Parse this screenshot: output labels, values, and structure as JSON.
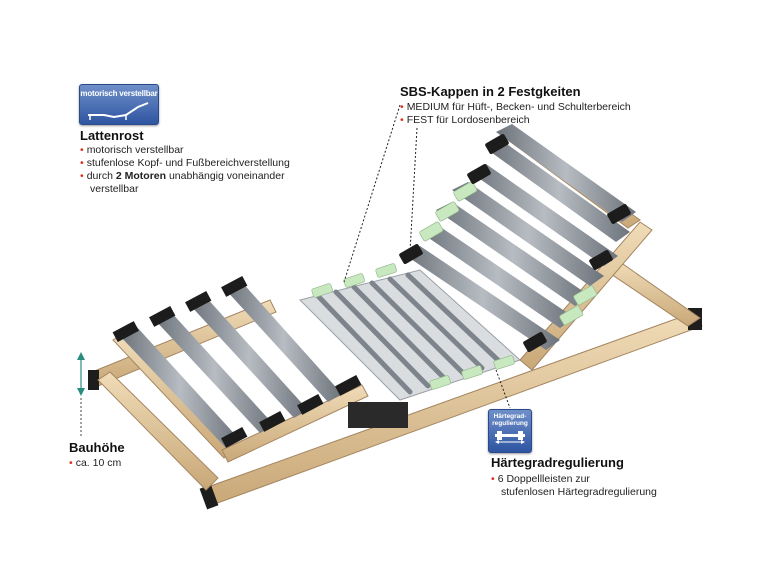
{
  "badge_motor": {
    "label": "motorisch verstellbar",
    "icon": "adjustable-bed-icon"
  },
  "lattenrost": {
    "title": "Lattenrost",
    "items": [
      "motorisch verstellbar",
      "stufenlose Kopf- und Fußbereichverstellung"
    ],
    "item3_pre": "durch ",
    "item3_bold": "2 Motoren",
    "item3_post": " unabhängig voneinander",
    "item3_line2": "verstellbar"
  },
  "sbs": {
    "title": "SBS-Kappen in 2 Festgkeiten",
    "items": [
      "MEDIUM für Hüft-, Becken- und Schulterbereich",
      "FEST für Lordosenbereich"
    ]
  },
  "bauhoehe": {
    "title": "Bauhöhe",
    "item": "ca. 10 cm"
  },
  "haertegrad": {
    "title": "Härtegradregulierung",
    "items": [
      "6 Doppellleisten zur"
    ],
    "line2": "stufenlosen Härtegradregulierung"
  },
  "badge_haertegrad": {
    "label_line1": "Härtegrad-",
    "label_line2": "regulierung",
    "icon": "slat-adjust-icon"
  },
  "colors": {
    "badge_blue": "#2f55a2",
    "bullet_red": "#d9331f",
    "wood": "#e2c79c",
    "slat_grey": "#8e949a",
    "cap_medium": "#c8e8c0",
    "cap_black": "#1c1c1c"
  }
}
